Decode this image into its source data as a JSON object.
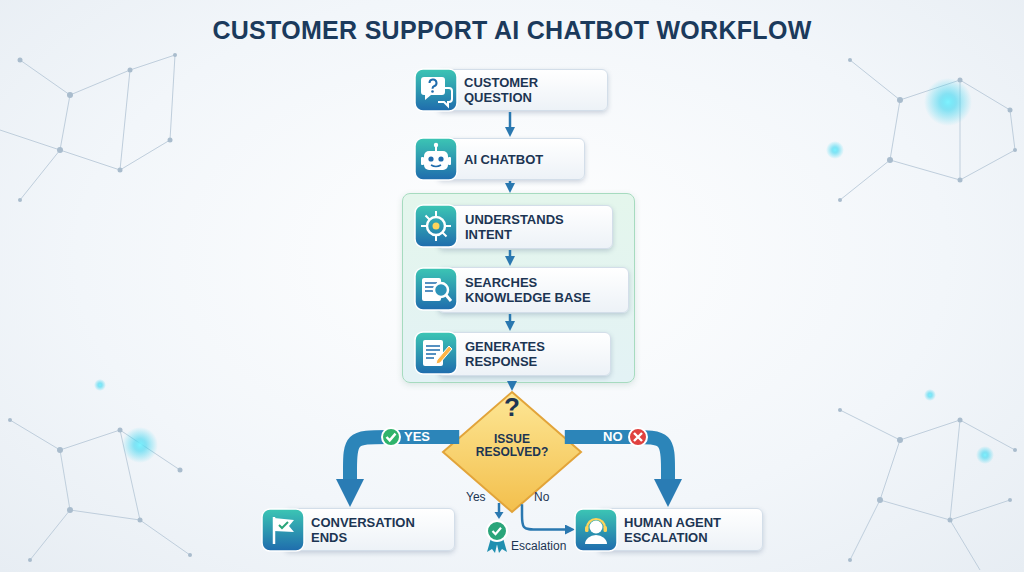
{
  "diagram": {
    "title": "CUSTOMER SUPPORT AI CHATBOT WORKFLOW",
    "nodes": [
      {
        "text": [
          "CUSTOMER QUESTION"
        ]
      },
      {
        "text": [
          "AI CHATBOT"
        ]
      },
      {
        "text": []
      },
      {
        "text": [
          "UNDERSTANDS INTENT"
        ],
        "in": 2
      },
      {
        "text": [
          "SEARCHES KNOWLEDGE BASE"
        ],
        "in": 2
      },
      {
        "text": [
          "GENERATES RESPONSE"
        ],
        "in": 2
      },
      {
        "text": [
          "?",
          "ISSUE RESOLVED?"
        ]
      },
      {
        "text": [
          "CONVERSATION ENDS"
        ]
      },
      {
        "text": [
          "HUMAN AGENT ESCALATION"
        ]
      }
    ],
    "edges": [
      {
        "from": 0,
        "to": 1,
        "arrow": "to"
      },
      {
        "from": 1,
        "to": 2,
        "arrow": "to"
      },
      {
        "from": 3,
        "to": 4,
        "arrow": "to"
      },
      {
        "from": 4,
        "to": 5,
        "arrow": "to"
      },
      {
        "from": 2,
        "to": 6,
        "arrow": "to"
      },
      {
        "from": 6,
        "to": 7,
        "label": "YES",
        "arrow": "to"
      },
      {
        "from": 6,
        "to": 8,
        "label": "NO",
        "arrow": "to"
      },
      {
        "from": 6,
        "to": 8,
        "label": "No",
        "arrow": "to"
      }
    ],
    "labels": [
      "Yes",
      "Escalation"
    ]
  }
}
